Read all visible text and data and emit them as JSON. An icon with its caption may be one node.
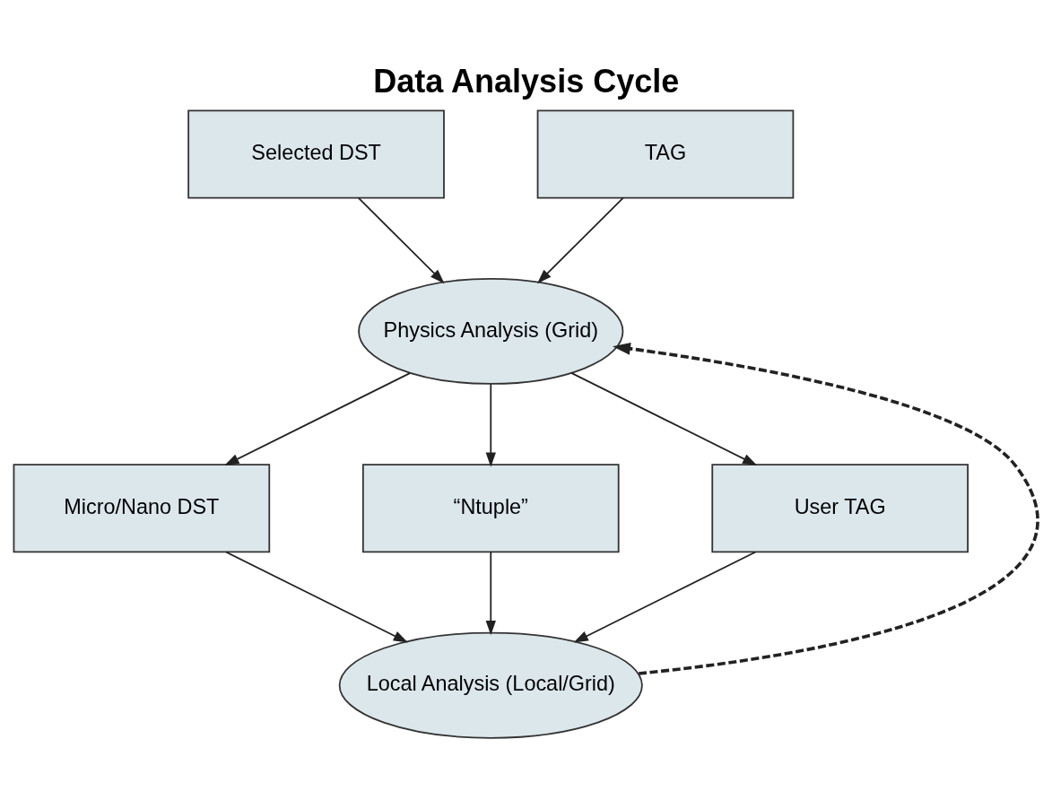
{
  "diagram": {
    "title": "Data Analysis Cycle",
    "nodes": [
      {
        "text": [
          "Selected DST"
        ]
      },
      {
        "text": [
          "TAG"
        ]
      },
      {
        "text": [
          "Physics Analysis (Grid)"
        ]
      },
      {
        "text": [
          "Micro/Nano DST"
        ]
      },
      {
        "text": [
          "“Ntuple”"
        ]
      },
      {
        "text": [
          "User TAG"
        ]
      },
      {
        "text": [
          "Local Analysis (Local/Grid)"
        ]
      }
    ],
    "edges": [
      {
        "from": 0,
        "to": 2,
        "arrow": "to"
      },
      {
        "from": 1,
        "to": 2,
        "arrow": "to"
      },
      {
        "from": 2,
        "to": 3,
        "arrow": "to"
      },
      {
        "from": 2,
        "to": 4,
        "arrow": "to"
      },
      {
        "from": 2,
        "to": 5,
        "arrow": "to"
      },
      {
        "from": 3,
        "to": 6,
        "arrow": "to"
      },
      {
        "from": 4,
        "to": 6,
        "arrow": "to"
      },
      {
        "from": 5,
        "to": 6,
        "arrow": "to"
      },
      {
        "from": 6,
        "to": 2,
        "arrow": "to",
        "style": "dashed"
      }
    ]
  }
}
